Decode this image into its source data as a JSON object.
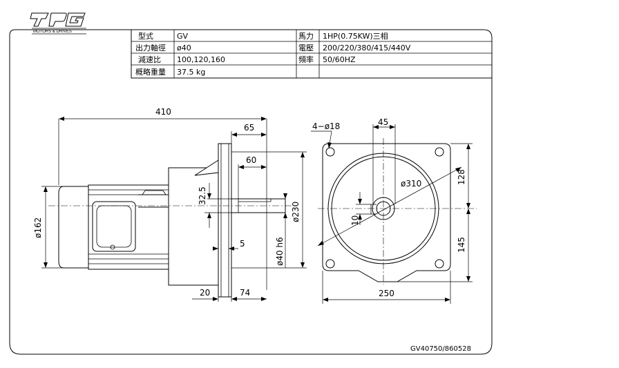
{
  "logo": {
    "mark": "TPG",
    "tagline": "MOTORS & DRIVES"
  },
  "spec_table": {
    "rows": [
      {
        "label_left": "型式",
        "value_left": "GV",
        "label_right": "馬力",
        "value_right": "1HP(0.75KW)三相"
      },
      {
        "label_left": "出力軸徑",
        "value_left": "ø40",
        "label_right": "電壓",
        "value_right": "200/220/380/415/440V"
      },
      {
        "label_left": "減速比",
        "value_left": "100,120,160",
        "label_right": "頻率",
        "value_right": "50/60HZ"
      },
      {
        "label_left": "概略重量",
        "value_left": "37.5 kg",
        "label_right": "",
        "value_right": ""
      }
    ]
  },
  "dimensions": {
    "overall_length": "410",
    "flange_depth": "65",
    "shaft_length": "60",
    "shaft_height": "32.5",
    "motor_diameter": "ø162",
    "flange_height": "ø230",
    "shaft_dia": "ø40 h6",
    "flange_thickness": "5",
    "flange_offset": "20",
    "shaft_projection": "74",
    "bolt_holes": "4−ø18",
    "bolt_offset": "45",
    "pcd": "ø310",
    "key_width": "10",
    "upper_height": "128",
    "lower_height": "145",
    "flange_width": "250"
  },
  "drawing_number": "GV40750/860528"
}
